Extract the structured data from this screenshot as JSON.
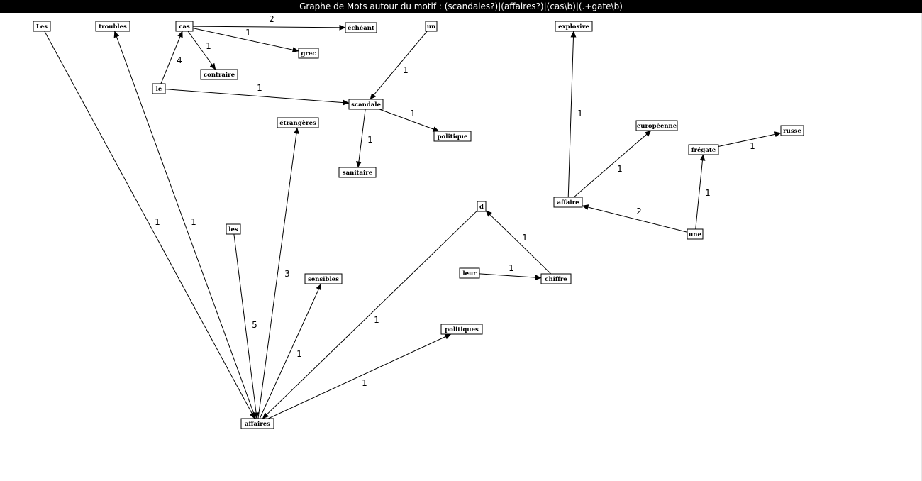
{
  "title": "Graphe de Mots autour du motif : (scandales?)|(affaires?)|(cas\\b)|(.+gate\\b)",
  "colors": {
    "title_background": "#000000",
    "title_text": "#ffffff",
    "background": "#ffffff",
    "ink": "#000000"
  },
  "nodes": [
    {
      "id": "Les",
      "label": "Les"
    },
    {
      "id": "troubles",
      "label": "troubles"
    },
    {
      "id": "cas",
      "label": "cas"
    },
    {
      "id": "echeant",
      "label": "échéant"
    },
    {
      "id": "un",
      "label": "un"
    },
    {
      "id": "explosive",
      "label": "explosive"
    },
    {
      "id": "grec",
      "label": "grec"
    },
    {
      "id": "contraire",
      "label": "contraire"
    },
    {
      "id": "le",
      "label": "le"
    },
    {
      "id": "scandale",
      "label": "scandale"
    },
    {
      "id": "etrangeres",
      "label": "étrangères"
    },
    {
      "id": "politique",
      "label": "politique"
    },
    {
      "id": "europeenne",
      "label": "européenne"
    },
    {
      "id": "russe",
      "label": "russe"
    },
    {
      "id": "fregate",
      "label": "frégate"
    },
    {
      "id": "sanitaire",
      "label": "sanitaire"
    },
    {
      "id": "affaire",
      "label": "affaire"
    },
    {
      "id": "d",
      "label": "d"
    },
    {
      "id": "les",
      "label": "les"
    },
    {
      "id": "une",
      "label": "une"
    },
    {
      "id": "leur",
      "label": "leur"
    },
    {
      "id": "chiffre",
      "label": "chiffre"
    },
    {
      "id": "sensibles",
      "label": "sensibles"
    },
    {
      "id": "politiques",
      "label": "politiques"
    },
    {
      "id": "affaires",
      "label": "affaires"
    }
  ],
  "edges": [
    {
      "from": "Les",
      "to": "affaires",
      "weight": "1"
    },
    {
      "from": "affaires",
      "to": "troubles",
      "weight": "1"
    },
    {
      "from": "cas",
      "to": "echeant",
      "weight": "2"
    },
    {
      "from": "cas",
      "to": "grec",
      "weight": "1"
    },
    {
      "from": "cas",
      "to": "contraire",
      "weight": "1"
    },
    {
      "from": "le",
      "to": "cas",
      "weight": "4"
    },
    {
      "from": "le",
      "to": "scandale",
      "weight": "1"
    },
    {
      "from": "un",
      "to": "scandale",
      "weight": "1"
    },
    {
      "from": "scandale",
      "to": "politique",
      "weight": "1"
    },
    {
      "from": "scandale",
      "to": "sanitaire",
      "weight": "1"
    },
    {
      "from": "affaires",
      "to": "etrangeres",
      "weight": "3"
    },
    {
      "from": "les",
      "to": "affaires",
      "weight": "5"
    },
    {
      "from": "affaires",
      "to": "sensibles",
      "weight": "1"
    },
    {
      "from": "d",
      "to": "affaires",
      "weight": "1"
    },
    {
      "from": "affaires",
      "to": "politiques",
      "weight": "1"
    },
    {
      "from": "leur",
      "to": "chiffre",
      "weight": "1"
    },
    {
      "from": "chiffre",
      "to": "d",
      "weight": "1"
    },
    {
      "from": "affaire",
      "to": "explosive",
      "weight": "1"
    },
    {
      "from": "affaire",
      "to": "europeenne",
      "weight": "1"
    },
    {
      "from": "une",
      "to": "affaire",
      "weight": "2"
    },
    {
      "from": "une",
      "to": "fregate",
      "weight": "1"
    },
    {
      "from": "fregate",
      "to": "russe",
      "weight": "1"
    }
  ]
}
